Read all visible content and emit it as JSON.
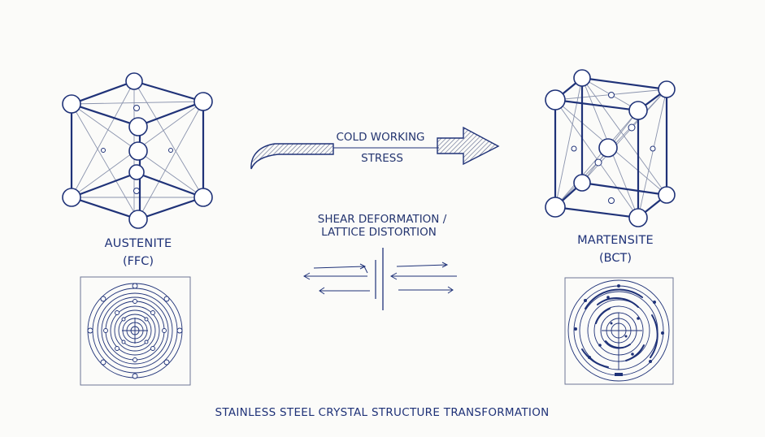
{
  "austenite": {
    "name": "AUSTENITE",
    "structure": "(FFC)"
  },
  "martensite": {
    "name": "MARTENSITE",
    "structure": "(BCT)"
  },
  "arrow": {
    "top_label": "COLD WORKING",
    "bottom_label": "STRESS"
  },
  "shear": {
    "line1": "SHEAR DEFORMATION /",
    "line2": "LATTICE DISTORTION"
  },
  "footer": {
    "title": "STAINLESS STEEL CRYSTAL STRUCTURE TRANSFORMATION"
  },
  "colors": {
    "ink": "#1f3278",
    "thin_line": "#8a93ad",
    "hatch": "#5a6488"
  }
}
